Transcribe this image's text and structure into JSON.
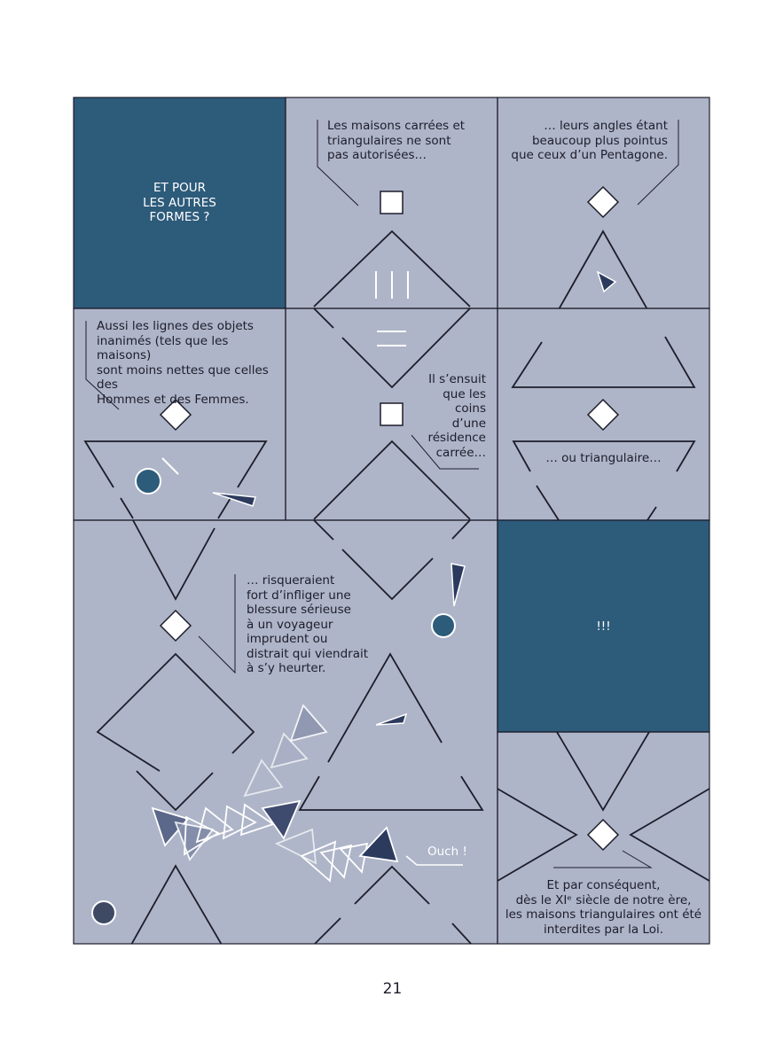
{
  "page": {
    "page_number": "21",
    "colors": {
      "panel_background": "#aeb5c8",
      "dark_panel": "#2d5b7a",
      "ink": "#1d1d2b",
      "white": "#ffffff",
      "navy_triangle": "#2c3a5e",
      "blue_circle": "#2d5b7a",
      "grey_circle": "#3e4a64"
    }
  },
  "panels": {
    "p1": {
      "text": "ET POUR\nLES AUTRES\nFORMES ?"
    },
    "p2": {
      "text": "Les maisons carrées et\ntriangulaires ne sont\npas autorisées…"
    },
    "p3": {
      "text": "… leurs angles étant\nbeaucoup plus pointus\nque ceux d’un Pentagone."
    },
    "p4": {
      "text": "Aussi les lignes des objets\ninanimés (tels que les maisons)\nsont moins nettes que celles des\nHommes et des Femmes."
    },
    "p5": {
      "text": "Il s’ensuit\nque les\ncoins\nd’une\nrésidence\ncarrée…"
    },
    "p6": {
      "text": "… ou triangulaire…"
    },
    "p7": {
      "text": "… risqueraient\nfort d’infliger une\nblessure sérieuse\nà un voyageur\nimprudent ou\ndistrait qui viendrait\nà s’y heurter.",
      "exclamation": "Ouch !"
    },
    "p8": {
      "text": "!!!"
    },
    "p9": {
      "text": "Et par conséquent,\ndès le XIᵉ siècle de notre ère,\nles maisons triangulaires ont été\ninterdites par la Loi."
    }
  }
}
